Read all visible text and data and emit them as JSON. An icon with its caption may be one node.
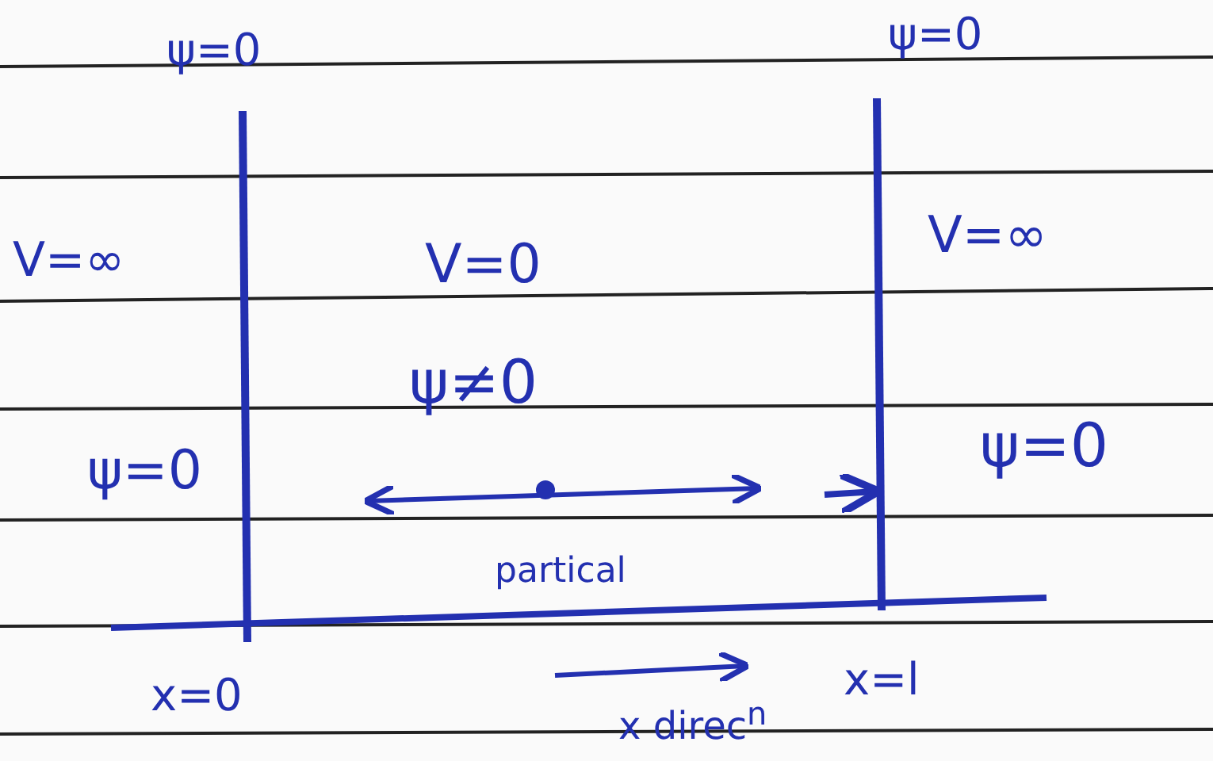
{
  "diagram": {
    "labels": [
      "ψ=0",
      "ψ=0",
      "V=∞",
      "V=0",
      "V=∞",
      "ψ≠0",
      "ψ=0",
      "ψ=0",
      "partical",
      "x=0",
      "x=l",
      "x direc$^{n}$"
    ]
  }
}
